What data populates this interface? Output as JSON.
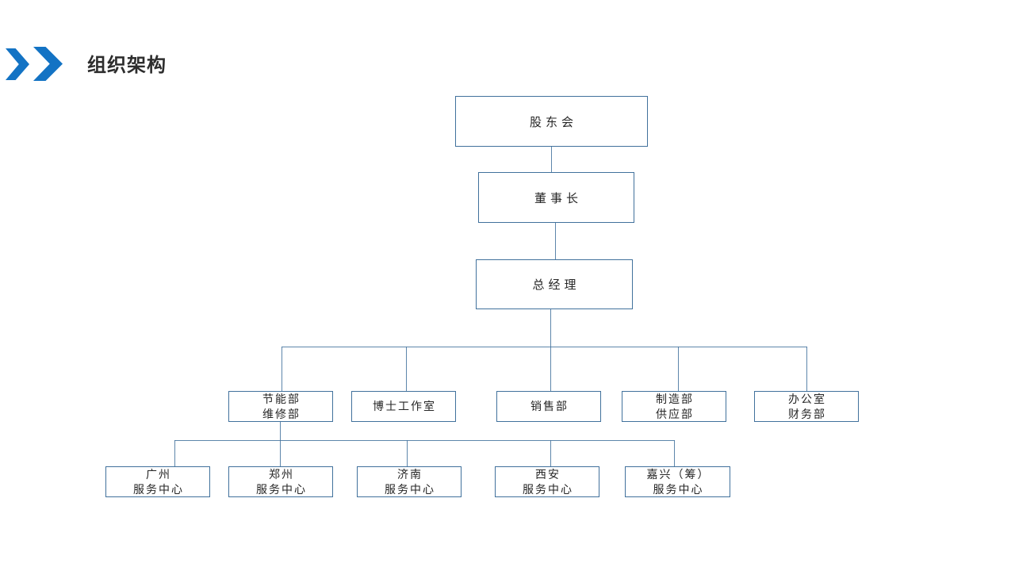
{
  "slide": {
    "title": "组织架构"
  },
  "icons": {
    "title_bullet": "double-chevron-right"
  },
  "colors": {
    "accent_blue": "#1373C4",
    "box_border": "#41719C",
    "connector": "#41719C",
    "title_text": "#2d2d2d",
    "node_text": "#262626",
    "background": "#ffffff"
  },
  "org_chart": {
    "nodes": [
      {
        "label": "股东会"
      },
      {
        "label": "董事长"
      },
      {
        "label": "总经理"
      },
      {
        "label": "节能部",
        "label2": "维修部"
      },
      {
        "label": "博士工作室"
      },
      {
        "label": "销售部"
      },
      {
        "label": "制造部",
        "label2": "供应部"
      },
      {
        "label": "办公室",
        "label2": "财务部"
      },
      {
        "label": "广州",
        "label2": "服务中心"
      },
      {
        "label": "郑州",
        "label2": "服务中心"
      },
      {
        "label": "济南",
        "label2": "服务中心"
      },
      {
        "label": "西安",
        "label2": "服务中心"
      },
      {
        "label": "嘉兴（筹）",
        "label2": "服务中心"
      }
    ]
  }
}
